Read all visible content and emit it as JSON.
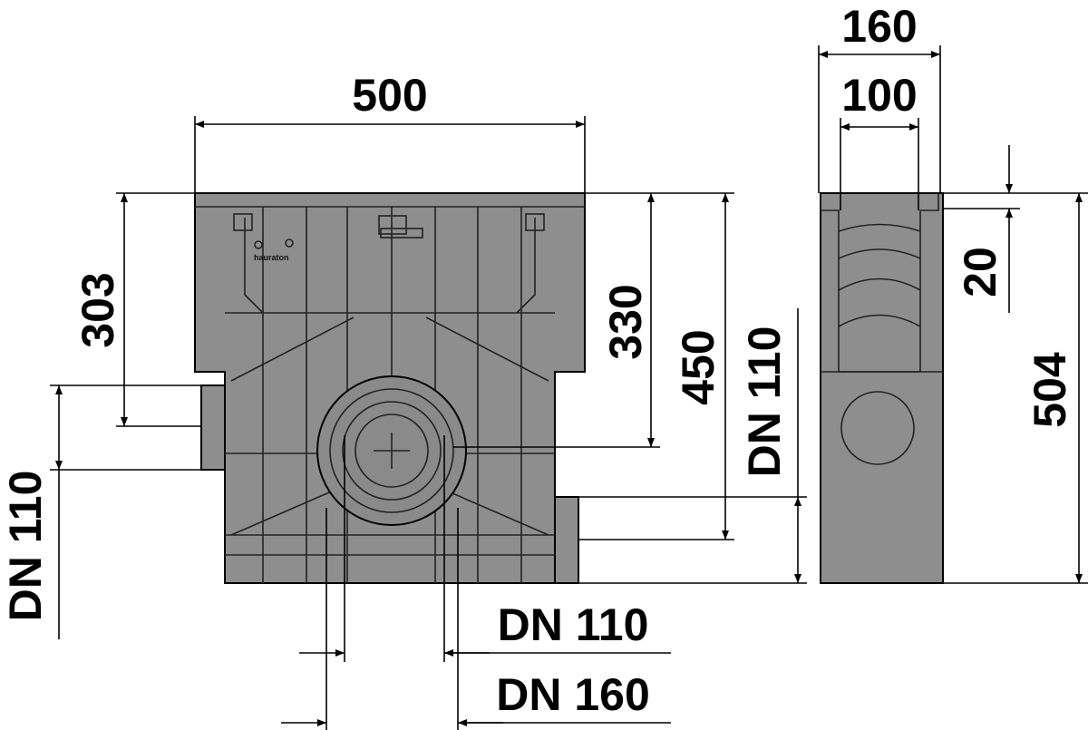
{
  "drawing": {
    "front_view": {
      "width": "500",
      "height_to_inlet": "303",
      "height_to_outlet_center": "330",
      "height_to_side_outlet": "450",
      "left_inlet": "DN 110",
      "right_outlet": "DN 110",
      "bottom_outlet_inner": "DN 110",
      "bottom_outlet_outer": "DN 160",
      "logo": "hauraton"
    },
    "side_view": {
      "outer_width": "160",
      "inner_width": "100",
      "frame_depth": "20",
      "total_height": "504"
    }
  }
}
